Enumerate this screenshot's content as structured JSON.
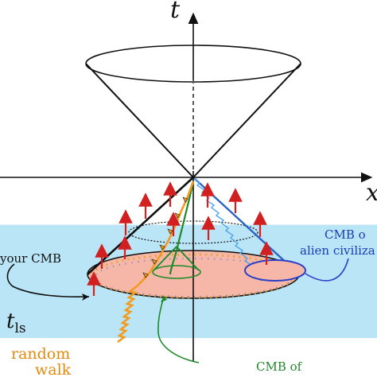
{
  "axes": {
    "t_label": "t",
    "x_label": "x",
    "tls_main": "t",
    "tls_sub": "ls"
  },
  "labels": {
    "our_cmb": "your CMB",
    "alien_cmb_line1": "CMB o",
    "alien_cmb_line2": "alien civiliza",
    "random_walk_line1": "random",
    "random_walk_line2": "walk",
    "cmb_of": "CMB of"
  },
  "colors": {
    "slab": "#aee0f4",
    "disk": "#f6b7a8",
    "photon_path": "#f29b1e",
    "blue_ray": "#2a63c8",
    "green_path": "#1f8a2a",
    "arrow_red": "#d21f1f",
    "alien_label": "#1c3cb4",
    "green_label": "#1f8a2a",
    "orange_label": "#e08a10"
  }
}
